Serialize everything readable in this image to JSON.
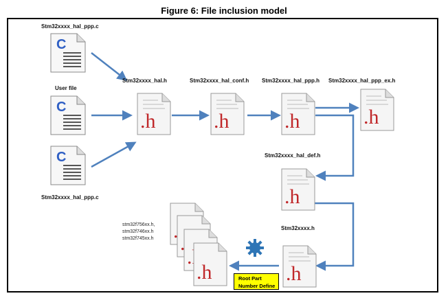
{
  "figure": {
    "caption": "Figure 6: File inclusion model"
  },
  "files": {
    "ppp_c_top": "Stm32xxxx_hal_ppp.c",
    "user_file": "User file",
    "ppp_c_bottom": "Stm32xxxx_hal_ppp.c",
    "hal_h": "Stm32xxxx_hal.h",
    "hal_conf_h": "Stm32xxxx_hal_conf.h",
    "hal_ppp_h": "Stm32xxxx_hal_ppp.h",
    "hal_ppp_ex_h": "Stm32xxxx_hal_ppp_ex.h",
    "hal_def_h": "Stm32xxxx_hal_def.h",
    "stm32xxxx_h": "Stm32xxxx.h"
  },
  "device_headers": [
    "stm32f756xx.h,",
    "stm32f746xx.h",
    "stm32f745xx.h"
  ],
  "root_note": {
    "line1": "Root Part",
    "line2": "Number Define"
  },
  "icons": {
    "c_file": "c-source-file-icon",
    "h_file": "h-header-file-icon",
    "gear": "gear-icon"
  },
  "colors": {
    "arrow": "#4f81bd",
    "c_letter": "#2f5fc4",
    "h_letter": "#c0282a",
    "note_bg": "#ffff00"
  },
  "glyphs": {
    "c": "C",
    "h": ".h"
  }
}
